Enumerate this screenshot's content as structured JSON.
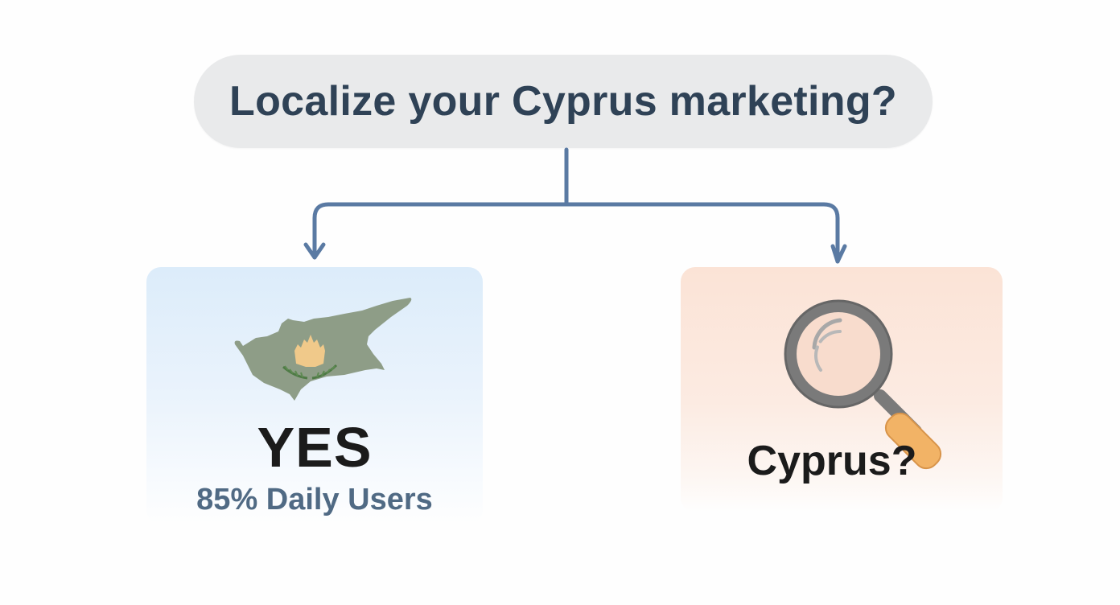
{
  "diagram": {
    "question": "Localize your Cyprus marketing?",
    "branches": [
      {
        "title": "YES",
        "subtitle": "85% Daily Users",
        "icon": "cyprus-map-icon",
        "background": "#dcecfa"
      },
      {
        "title": "Cyprus?",
        "icon": "magnifying-glass-icon",
        "background": "#fbe3d6"
      }
    ],
    "colors": {
      "connector": "#5a7aa3",
      "question_text": "#2f4256",
      "question_bg": "#e9eaeb",
      "map": "#8e9d87",
      "emblem": "#f0c98a",
      "magnifier_rim": "#7a7a7a",
      "magnifier_handle": "#f2b366"
    }
  }
}
